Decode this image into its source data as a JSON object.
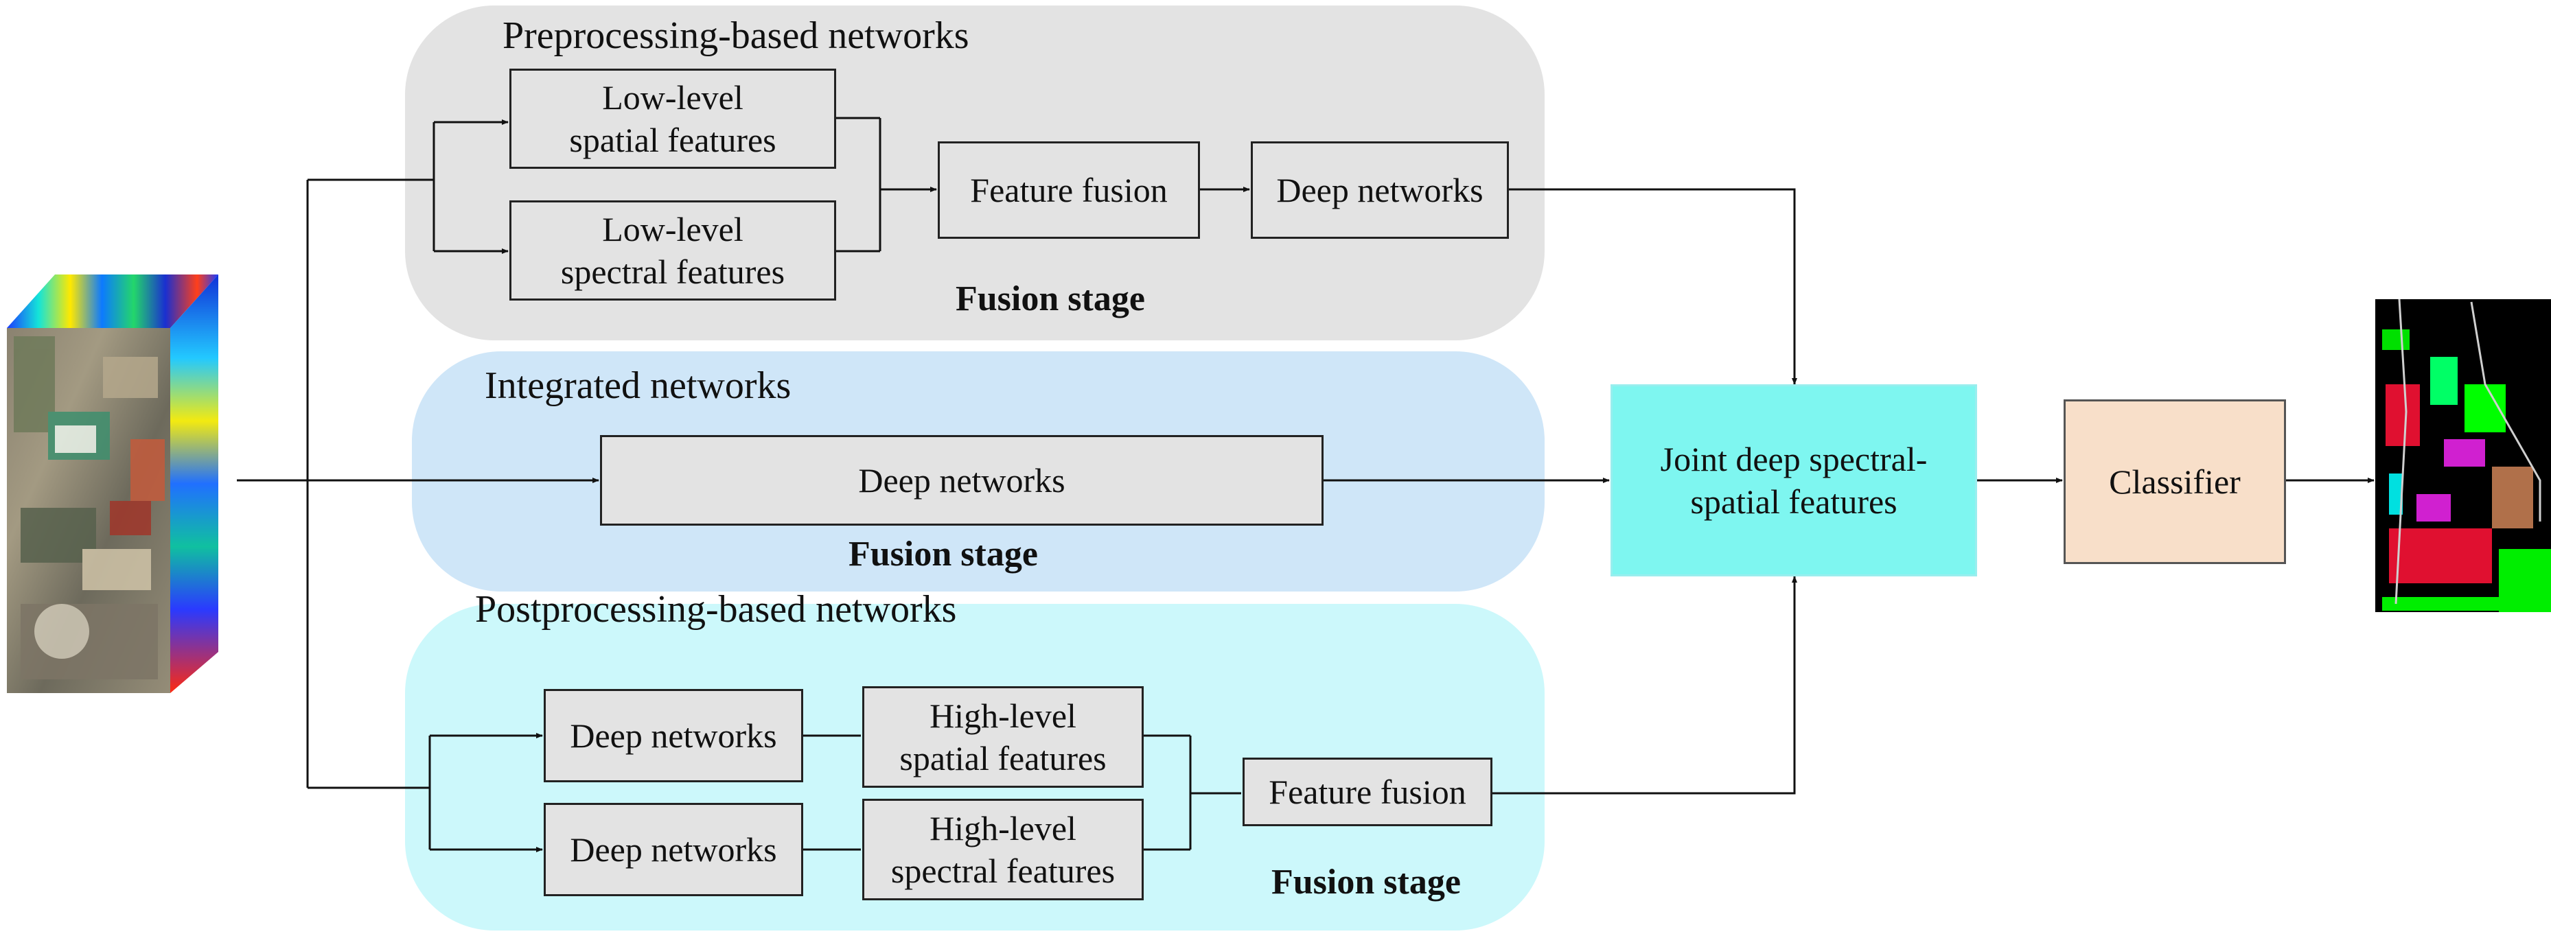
{
  "panels": {
    "pre": {
      "title": "Preprocessing-based networks",
      "fusion": "Fusion stage",
      "color": "#e3e3e3"
    },
    "int": {
      "title": "Integrated networks",
      "fusion": "Fusion stage",
      "color": "#cfe6f8"
    },
    "post": {
      "title": "Postprocessing-based networks",
      "fusion": "Fusion stage",
      "color": "#ccf8fb"
    }
  },
  "boxes": {
    "low_spatial": {
      "line1": "Low-level",
      "line2": "spatial features"
    },
    "low_spectral": {
      "line1": "Low-level",
      "line2": "spectral features"
    },
    "pre_fusion": "Feature fusion",
    "pre_deep": "Deep networks",
    "int_deep": "Deep networks",
    "post_deep1": "Deep networks",
    "post_deep2": "Deep networks",
    "high_spatial": {
      "line1": "High-level",
      "line2": "spatial features"
    },
    "high_spectral": {
      "line1": "High-level",
      "line2": "spectral features"
    },
    "post_fusion": "Feature fusion",
    "joint": {
      "line1": "Joint deep spectral-",
      "line2": "spatial features",
      "color": "#7ef6f0"
    },
    "classifier": {
      "label": "Classifier",
      "color": "#f8dfc9"
    }
  },
  "images": {
    "input_cube": "hyperspectral-image-cube",
    "output_map": "classification-map"
  }
}
